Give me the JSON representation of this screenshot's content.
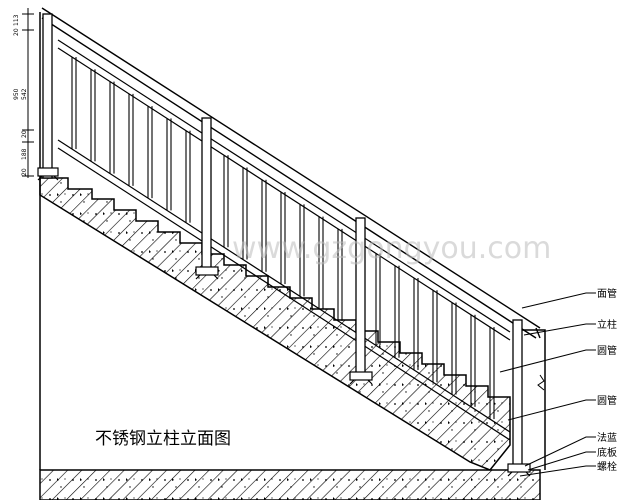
{
  "title": "不锈钢立柱立面图",
  "watermark": "www.gzgongyou.com",
  "callouts": [
    "面管",
    "立柱",
    "圆管",
    "圆管",
    "法蓝",
    "底板",
    "螺栓"
  ],
  "dimensions": [
    "20",
    "113",
    "950",
    "542",
    "20",
    "188",
    "20"
  ]
}
